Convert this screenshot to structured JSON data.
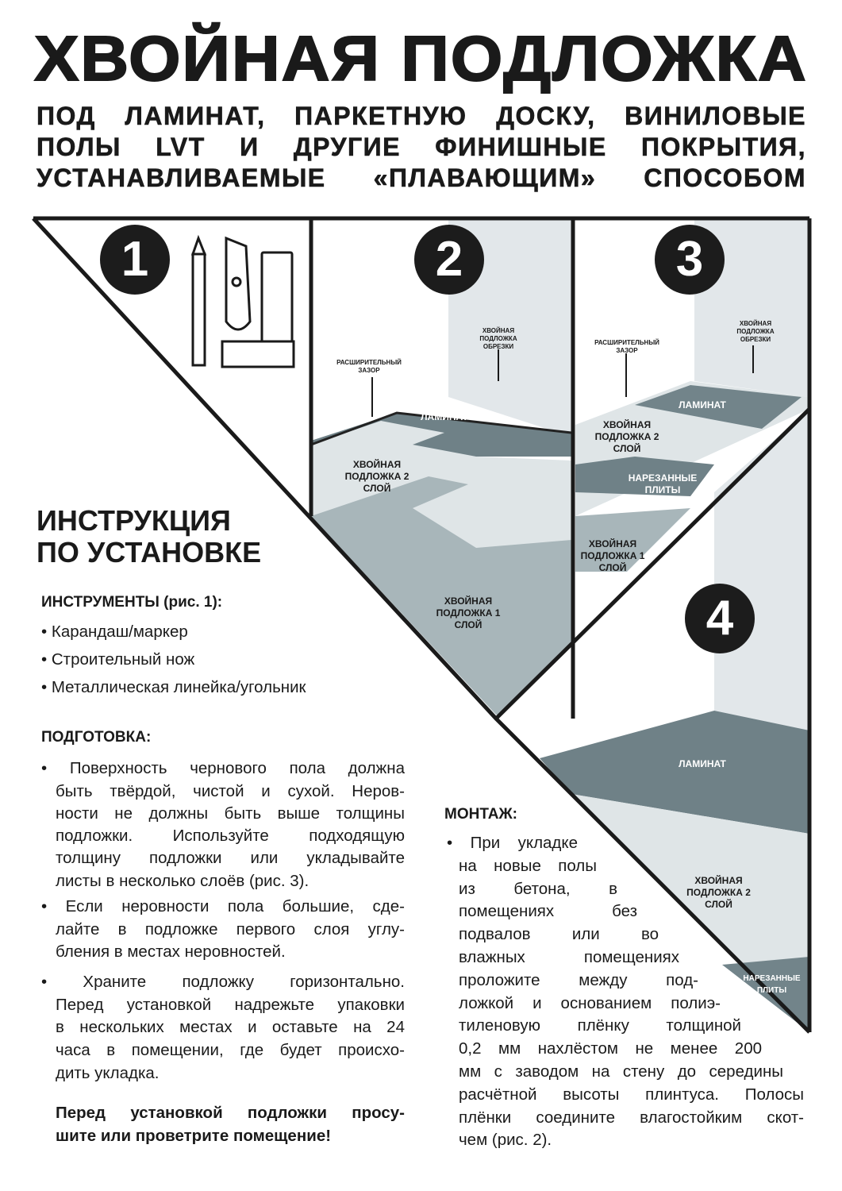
{
  "title": "ХВОЙНАЯ ПОДЛОЖКА",
  "subtitle": [
    "ПОД ЛАМИНАТ, ПАРКЕТНУЮ ДОСКУ, ВИНИЛОВЫЕ",
    "ПОЛЫ LVT И ДРУГИЕ ФИНИШНЫЕ ПОКРЫТИЯ,",
    "УСТАНАВЛИВАЕМЫЕ «ПЛАВАЮЩИМ» СПОСОБОМ"
  ],
  "steps": [
    "1",
    "2",
    "3",
    "4"
  ],
  "fig2": {
    "gap": "РАСШИРИТЕЛЬНЫЙ ЗАЗОР",
    "scraps": "ХВОЙНАЯ ПОДЛОЖКА ОБРЕЗКИ",
    "laminate": "ЛАМИНАТ",
    "layer2": "ХВОЙНАЯ ПОДЛОЖКА 2 СЛОЙ",
    "layer1": "ХВОЙНАЯ ПОДЛОЖКА 1 СЛОЙ"
  },
  "fig3": {
    "gap": "РАСШИРИТЕЛЬНЫЙ ЗАЗОР",
    "scraps": "ХВОЙНАЯ ПОДЛОЖКА ОБРЕЗКИ",
    "laminate": "ЛАМИНАТ",
    "layer2": "ХВОЙНАЯ ПОДЛОЖКА 2 СЛОЙ",
    "cut": "НАРЕЗАННЫЕ ПЛИТЫ",
    "layer1": "ХВОЙНАЯ ПОДЛОЖКА 1 СЛОЙ"
  },
  "fig4": {
    "laminate": "ЛАМИНАТ",
    "layer2": "ХВОЙНАЯ ПОДЛОЖКА 2 СЛОЙ",
    "cut": "НАРЕЗАННЫЕ ПЛИТЫ"
  },
  "heading": [
    "ИНСТРУКЦИЯ",
    "ПО УСТАНОВКЕ"
  ],
  "tools": {
    "title": "ИНСТРУМЕНТЫ (рис. 1):",
    "items": [
      "• Карандаш/маркер",
      "• Строительный нож",
      "• Металлическая линейка/угольник"
    ]
  },
  "prep": {
    "title": "ПОДГОТОВКА:",
    "lines": [
      "• Поверхность чернового пола должна",
      "быть твёрдой, чистой и сухой. Неров-",
      "ности не должны быть выше толщины",
      "подложки. Используйте подходящую",
      "толщину подложки или укладывайте",
      "листы в несколько слоёв (рис. 3).",
      "• Если неровности пола большие, сде-",
      "лайте в подложке первого слоя углу-",
      "бления в местах неровностей.",
      "• Храните подложку горизонтально.",
      "Перед установкой надрежьте упаковки",
      "в нескольких местах и оставьте на 24",
      "часа в помещении, где будет происхо-",
      "дить укладка."
    ],
    "note": [
      "Перед установкой подложки просу-",
      "шите или проветрите помещение!"
    ]
  },
  "mount": {
    "title": "МОНТАЖ:",
    "lines": [
      "• При укладке",
      "на новые полы",
      "из бетона, в",
      "помещениях без",
      "подвалов или во",
      "влажных помещениях",
      "проложите между под-",
      "ложкой и основанием полиэ-",
      "тиленовую плёнку толщиной",
      "0,2 мм нахлёстом не менее 200",
      "мм с заводом на стену до середины",
      "расчётной высоты плинтуса. Полосы",
      "плёнки соедините влагостойким скот-",
      "чем (рис. 2)."
    ]
  }
}
